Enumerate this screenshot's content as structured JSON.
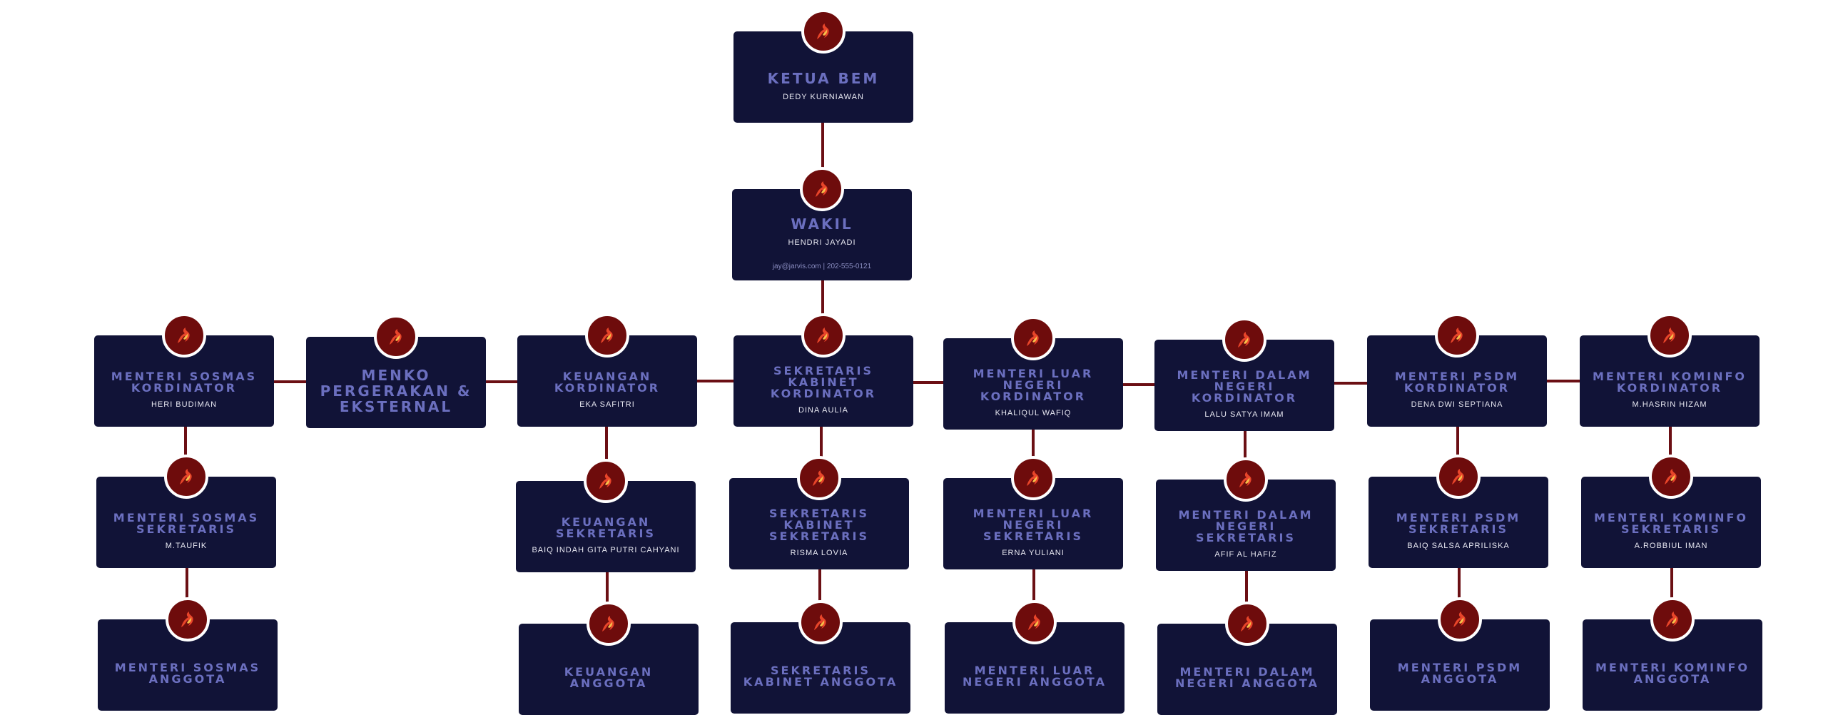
{
  "nodes": [
    {
      "id": "ketua",
      "title": "KETUA BEM",
      "name": "DEDY KURNIAWAN"
    },
    {
      "id": "wakil",
      "title": "WAKIL",
      "name": "HENDRI JAYADI",
      "contact": "jay@jarvis.com | 202-555-0121"
    },
    {
      "id": "sosmas-k",
      "title": "MENTERI SOSMAS KORDINATOR",
      "name": "HERI BUDIMAN"
    },
    {
      "id": "menko",
      "title": "MENKO PERGERAKAN & EKSTERNAL",
      "name": ""
    },
    {
      "id": "keu-k",
      "title": "KEUANGAN KORDINATOR",
      "name": "EKA SAFITRI"
    },
    {
      "id": "sek-k",
      "title": "SEKRETARIS KABINET KORDINATOR",
      "name": "DINA AULIA"
    },
    {
      "id": "ln-k",
      "title": "MENTERI LUAR NEGERI KORDINATOR",
      "name": "KHALIQUL WAFIQ"
    },
    {
      "id": "dn-k",
      "title": "MENTERI DALAM NEGERI KORDINATOR",
      "name": "LALU SATYA IMAM"
    },
    {
      "id": "psdm-k",
      "title": "MENTERI PSDM KORDINATOR",
      "name": "DENA DWI SEPTIANA"
    },
    {
      "id": "kom-k",
      "title": "MENTERI KOMINFO KORDINATOR",
      "name": "M.HASRIN HIZAM"
    },
    {
      "id": "sosmas-s",
      "title": "MENTERI SOSMAS SEKRETARIS",
      "name": "M.TAUFIK"
    },
    {
      "id": "keu-s",
      "title": "KEUANGAN SEKRETARIS",
      "name": "BAIQ INDAH GITA PUTRI CAHYANI"
    },
    {
      "id": "sek-s",
      "title": "SEKRETARIS KABINET SEKRETARIS",
      "name": "RISMA LOVIA"
    },
    {
      "id": "ln-s",
      "title": "MENTERI LUAR NEGERI SEKRETARIS",
      "name": "ERNA YULIANI"
    },
    {
      "id": "dn-s",
      "title": "MENTERI DALAM NEGERI SEKRETARIS",
      "name": "AFIF AL HAFIZ"
    },
    {
      "id": "psdm-s",
      "title": "MENTERI PSDM SEKRETARIS",
      "name": "BAIQ SALSA APRILISKA"
    },
    {
      "id": "kom-s",
      "title": "MENTERI KOMINFO SEKRETARIS",
      "name": "A.ROBBIUL IMAN"
    },
    {
      "id": "sosmas-a",
      "title": "MENTERI SOSMAS ANGGOTA",
      "name": ""
    },
    {
      "id": "keu-a",
      "title": "KEUANGAN ANGGOTA",
      "name": ""
    },
    {
      "id": "sek-a",
      "title": "SEKRETARIS KABINET ANGGOTA",
      "name": ""
    },
    {
      "id": "ln-a",
      "title": "MENTERI LUAR NEGERI ANGGOTA",
      "name": ""
    },
    {
      "id": "dn-a",
      "title": "MENTERI DALAM NEGERI ANGGOTA",
      "name": ""
    },
    {
      "id": "psdm-a",
      "title": "MENTERI PSDM ANGGOTA",
      "name": ""
    },
    {
      "id": "kom-a",
      "title": "MENTERI KOMINFO ANGGOTA",
      "name": ""
    }
  ],
  "edges": [
    [
      "ketua",
      "wakil"
    ],
    [
      "wakil",
      "sek-k"
    ],
    [
      "sosmas-k",
      "menko"
    ],
    [
      "menko",
      "keu-k"
    ],
    [
      "keu-k",
      "sek-k"
    ],
    [
      "sek-k",
      "ln-k"
    ],
    [
      "ln-k",
      "dn-k"
    ],
    [
      "dn-k",
      "psdm-k"
    ],
    [
      "psdm-k",
      "kom-k"
    ],
    [
      "sosmas-k",
      "sosmas-s"
    ],
    [
      "sosmas-s",
      "sosmas-a"
    ],
    [
      "keu-k",
      "keu-s"
    ],
    [
      "keu-s",
      "keu-a"
    ],
    [
      "sek-k",
      "sek-s"
    ],
    [
      "sek-s",
      "sek-a"
    ],
    [
      "ln-k",
      "ln-s"
    ],
    [
      "ln-s",
      "ln-a"
    ],
    [
      "dn-k",
      "dn-s"
    ],
    [
      "dn-s",
      "dn-a"
    ],
    [
      "psdm-k",
      "psdm-s"
    ],
    [
      "psdm-s",
      "psdm-a"
    ],
    [
      "kom-k",
      "kom-s"
    ],
    [
      "kom-s",
      "kom-a"
    ]
  ],
  "colors": {
    "box": "#111337",
    "title": "#6b6fbf",
    "line": "#6b0f14",
    "avatar": "#6e0c0c",
    "flame": "#e8452a"
  },
  "icon": "phoenix-logo-icon"
}
